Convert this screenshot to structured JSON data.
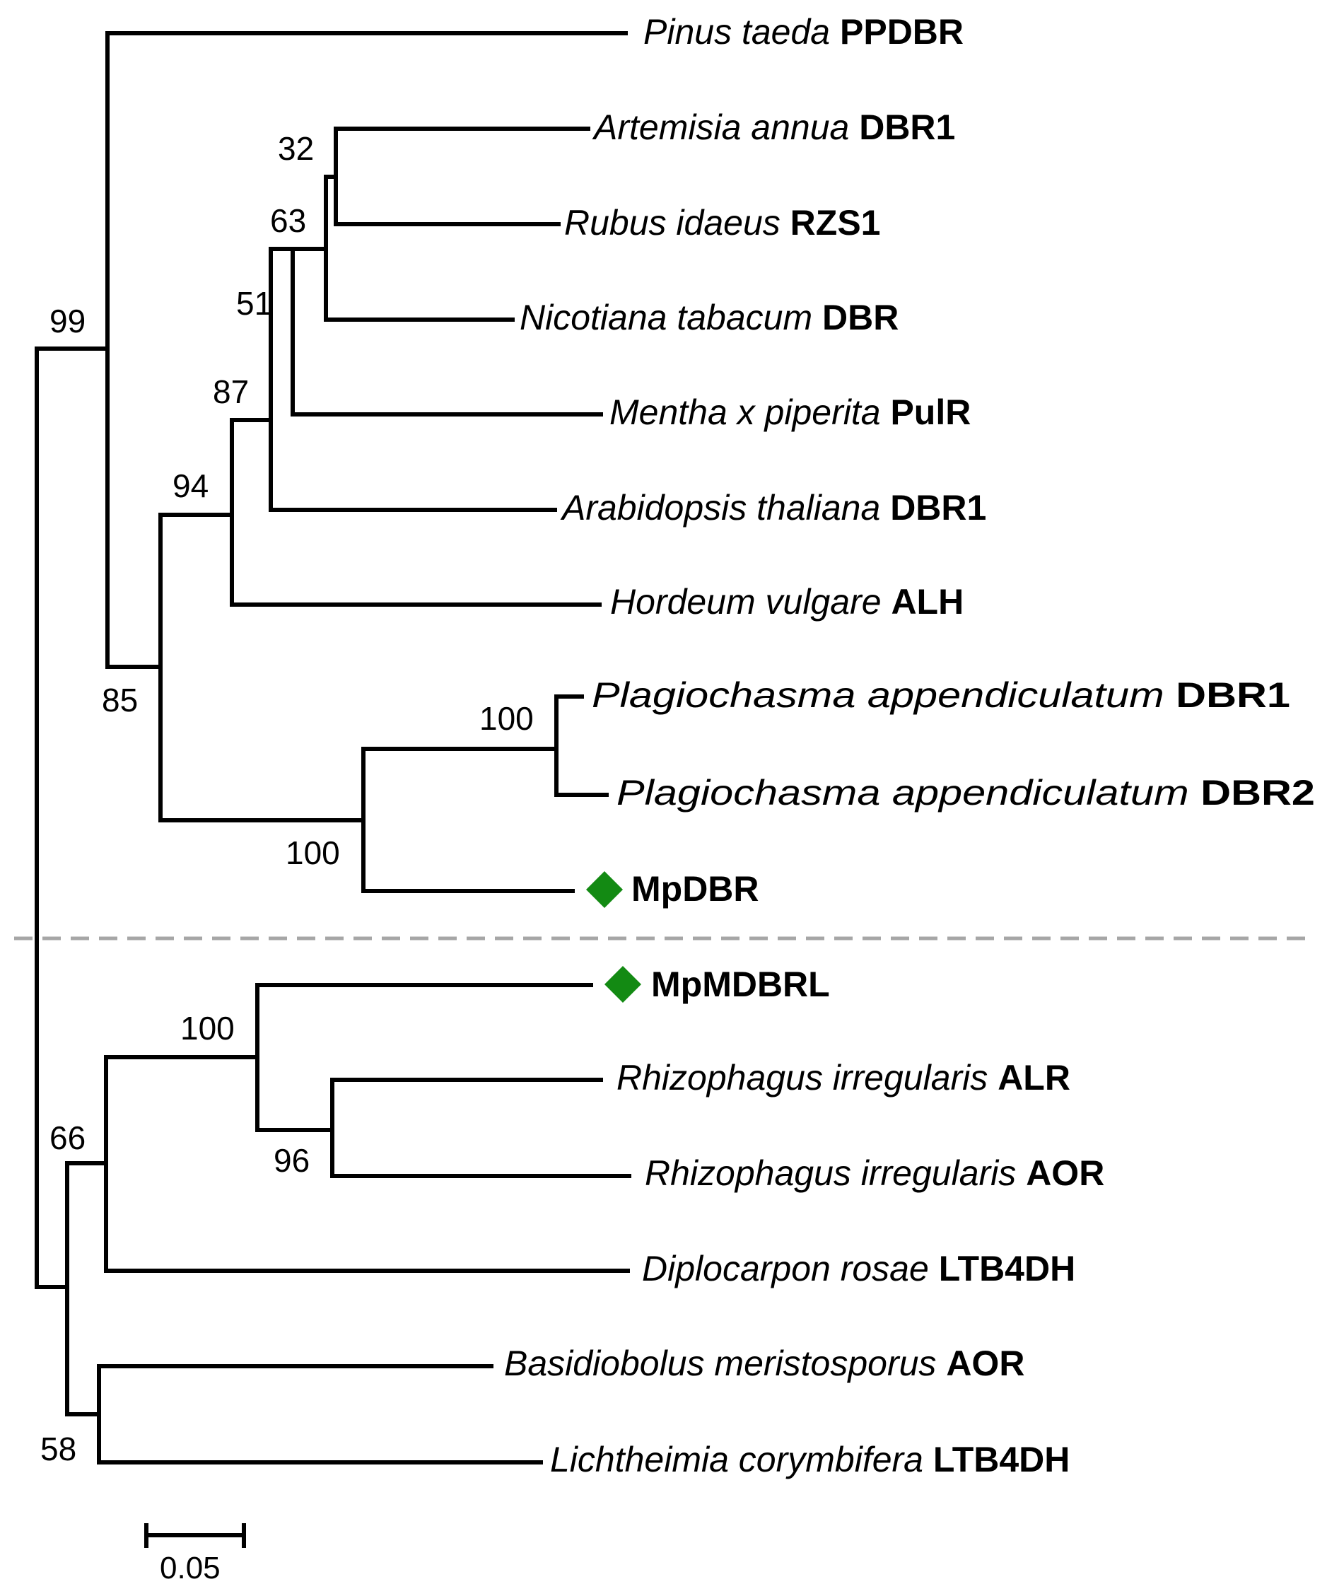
{
  "taxa": [
    {
      "species": "Pinus taeda",
      "gene": "PPDBR"
    },
    {
      "species": "Artemisia annua",
      "gene": "DBR1"
    },
    {
      "species": "Rubus idaeus",
      "gene": "RZS1"
    },
    {
      "species": "Nicotiana tabacum",
      "gene": "DBR"
    },
    {
      "species": "Mentha x piperita",
      "gene": "PulR"
    },
    {
      "species": "Arabidopsis thaliana",
      "gene": "DBR1"
    },
    {
      "species": "Hordeum vulgare",
      "gene": "ALH"
    },
    {
      "species": "Plagiochasma appendiculatum",
      "gene": "DBR1"
    },
    {
      "species": "Plagiochasma appendiculatum",
      "gene": "DBR2"
    },
    {
      "species": "",
      "gene": "MpDBR",
      "marker": "green-diamond"
    },
    {
      "species": "",
      "gene": "MpMDBRL",
      "marker": "green-diamond"
    },
    {
      "species": "Rhizophagus irregularis",
      "gene": "ALR"
    },
    {
      "species": "Rhizophagus irregularis",
      "gene": "AOR"
    },
    {
      "species": "Diplocarpon rosae",
      "gene": "LTB4DH"
    },
    {
      "species": "Basidiobolus meristosporus",
      "gene": "AOR"
    },
    {
      "species": "Lichtheimia corymbifera",
      "gene": "LTB4DH"
    }
  ],
  "bootstrap_values": [
    "32",
    "63",
    "51",
    "87",
    "94",
    "99",
    "85",
    "100",
    "100",
    "100",
    "96",
    "66",
    "58"
  ],
  "scale_bar": {
    "label": "0.05"
  },
  "colors": {
    "marker": "#138a13",
    "divider": "#a6a6a6",
    "branch": "#000000"
  }
}
